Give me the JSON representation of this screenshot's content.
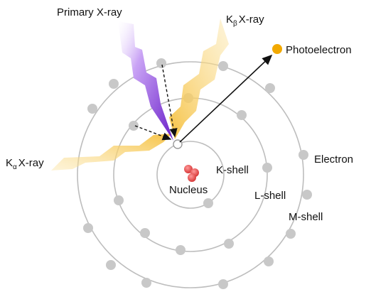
{
  "labels": {
    "primary_xray": "Primary X-ray",
    "kbeta_prefix": "K",
    "kbeta_sub": "β",
    "kbeta_suffix": "X-ray",
    "kalpha_prefix": "K",
    "kalpha_sub": "α",
    "kalpha_suffix": "X-ray",
    "photoelectron": "Photoelectron",
    "electron": "Electron",
    "nucleus": "Nucleus",
    "k_shell": "K-shell",
    "l_shell": "L-shell",
    "m_shell": "M-shell"
  },
  "colors": {
    "primary_beam": "#7b2fd6",
    "fluorescence": "#f6c244",
    "photoelectron_dot": "#f2a900",
    "nucleus": "#e84a4a",
    "shell": "#bdbdbd",
    "electron": "#c8c8c8"
  }
}
